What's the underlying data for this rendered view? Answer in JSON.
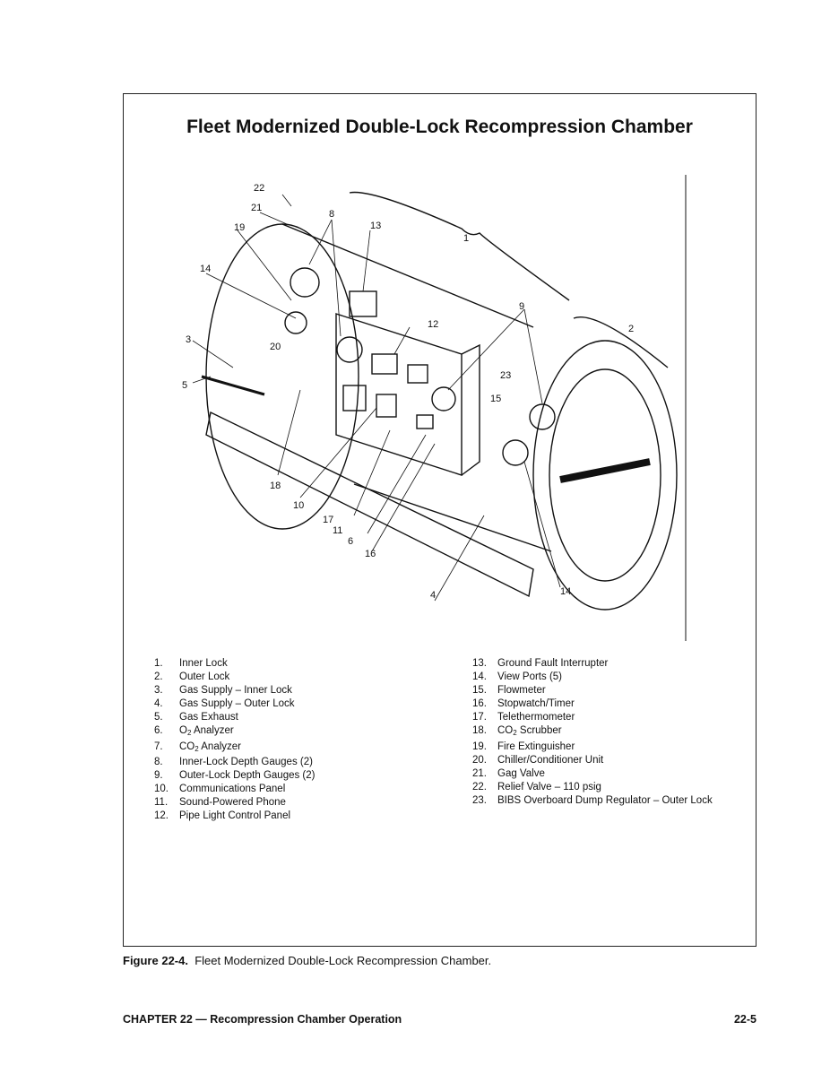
{
  "figure_title": "Fleet Modernized Double-Lock Recompression Chamber",
  "callouts": [
    "22",
    "21",
    "8",
    "19",
    "13",
    "14",
    "1",
    "3",
    "20",
    "5",
    "12",
    "9",
    "2",
    "23",
    "15",
    "18",
    "10",
    "17",
    "11",
    "6",
    "16",
    "4",
    "14"
  ],
  "legend": {
    "left": [
      {
        "n": "1.",
        "a": "Inner Lock"
      },
      {
        "n": "2.",
        "a": "Outer Lock"
      },
      {
        "n": "3.",
        "a": "Gas Supply – Inner Lock"
      },
      {
        "n": "4.",
        "a": "Gas Supply – Outer Lock"
      },
      {
        "n": "5.",
        "a": "Gas Exhaust"
      },
      {
        "n": "6.",
        "a": "O",
        "sub": "2",
        "b": " Analyzer"
      },
      {
        "n": "7.",
        "a": "CO",
        "sub": "2",
        "b": " Analyzer"
      },
      {
        "n": "8.",
        "a": "Inner-Lock Depth Gauges (2)"
      },
      {
        "n": "9.",
        "a": "Outer-Lock Depth Gauges (2)"
      },
      {
        "n": "10.",
        "a": "Communications Panel"
      },
      {
        "n": "11.",
        "a": "Sound-Powered Phone"
      },
      {
        "n": "12.",
        "a": "Pipe Light Control Panel"
      }
    ],
    "right": [
      {
        "n": "13.",
        "a": "Ground Fault Interrupter"
      },
      {
        "n": "14.",
        "a": "View Ports (5)"
      },
      {
        "n": "15.",
        "a": "Flowmeter"
      },
      {
        "n": "16.",
        "a": "Stopwatch/Timer"
      },
      {
        "n": "17.",
        "a": "Telethermometer"
      },
      {
        "n": "18.",
        "a": "CO",
        "sub": "2",
        "b": " Scrubber"
      },
      {
        "n": "19.",
        "a": "Fire Extinguisher"
      },
      {
        "n": "20.",
        "a": "Chiller/Conditioner Unit"
      },
      {
        "n": "21.",
        "a": "Gag Valve"
      },
      {
        "n": "22.",
        "a": "Relief Valve – 110 psig"
      },
      {
        "n": "23.",
        "a": "BIBS Overboard Dump Regulator – Outer Lock"
      }
    ]
  },
  "caption": {
    "label": "Figure 22-4.",
    "text": "Fleet Modernized Double-Lock Recompression Chamber."
  },
  "footer": {
    "chapter": "CHAPTER 22 — Recompression Chamber Operation",
    "page": "22-5"
  }
}
